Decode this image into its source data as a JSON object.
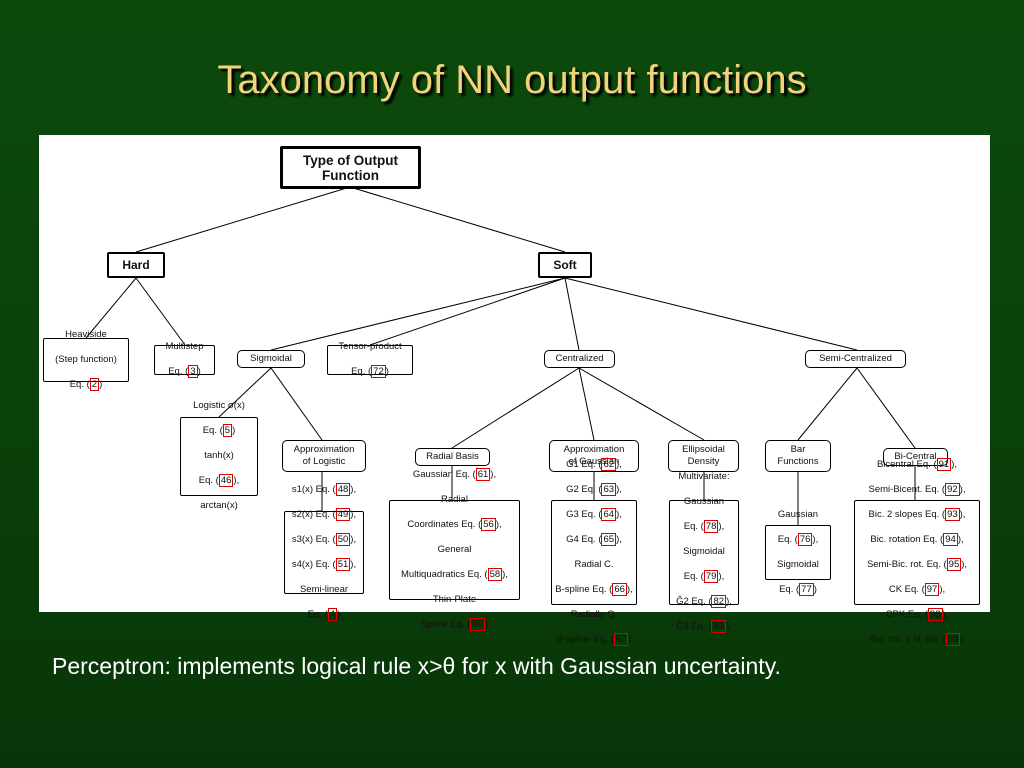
{
  "title": "Taxonomy of NN output functions",
  "caption": "Perceptron: implements logical rule x>θ for x with Gaussian uncertainty.",
  "nodes": {
    "root": "Type of Output\nFunction",
    "hard": "Hard",
    "soft": "Soft",
    "heaviside": [
      "Heaviside",
      "(Step function)",
      "Eq. (2)"
    ],
    "multistep": [
      "Multistep",
      "Eq. (3)"
    ],
    "sigmoidal": "Sigmoidal",
    "tensor_product": [
      "Tensor-product",
      "Eq. (72)"
    ],
    "centralized": "Centralized",
    "semi_centralized": "Semi-Centralized",
    "logistic": [
      "Logistic σ(x)",
      "Eq. (5)",
      "tanh(x)",
      "Eq. (46),",
      "arctan(x)"
    ],
    "approx_logistic": "Approximation\nof Logistic",
    "sigmoid_approx_list": [
      "s1(x) Eq. (48),",
      "s2(x) Eq. (49),",
      "s3(x) Eq. (50),",
      "s4(x) Eq. (51),",
      "Semi-linear",
      "Eq. (4)"
    ],
    "radial_basis": "Radial Basis",
    "approx_gaussian": "Approximation\nof Gaussian",
    "ellipsoidal": "Ellipsoidal\nDensity",
    "bar_functions": "Bar\nFunctions",
    "bi_central": "Bi-Central",
    "radial_list": [
      "Gaussian Eq. (61),",
      "Radial",
      "Coordinates Eq. (56),",
      "General",
      "Multiquadratics Eq. (58),",
      "Thin-Plate",
      "Spline Eq. (60)"
    ],
    "gaussian_approx_list": [
      "G1 Eq. (62),",
      "G2 Eq. (63),",
      "G3 Eq. (64),",
      "G4 Eq. (65),",
      "Radial C.",
      "B-spline Eq. (66),",
      "Radially Q.",
      "B-spline Eq. (67)"
    ],
    "ellipsoidal_list": [
      "Multivariate:",
      "Gaussian",
      "Eq. (78),",
      "Sigmoidal",
      "Eq. (79),",
      "Ĝ2 Eq. (82),",
      "Ĝ3 Eq. (83),"
    ],
    "bar_list": [
      "Gaussian",
      "Eq. (76),",
      "Sigmoidal",
      "Eq. (77)"
    ],
    "bicentral_list": [
      "Bicentral Eq. (91),",
      "Semi-Bicent. Eq. (92),",
      "Bic. 2 slopes Eq. (93),",
      "Bic. rotation Eq. (94),",
      "Semi-Bic. rot. Eq. (95),",
      "CK Eq. (97),",
      "CPK Eq. (98),",
      "Bic. rot. 2 sl. Eq. (99)"
    ]
  }
}
